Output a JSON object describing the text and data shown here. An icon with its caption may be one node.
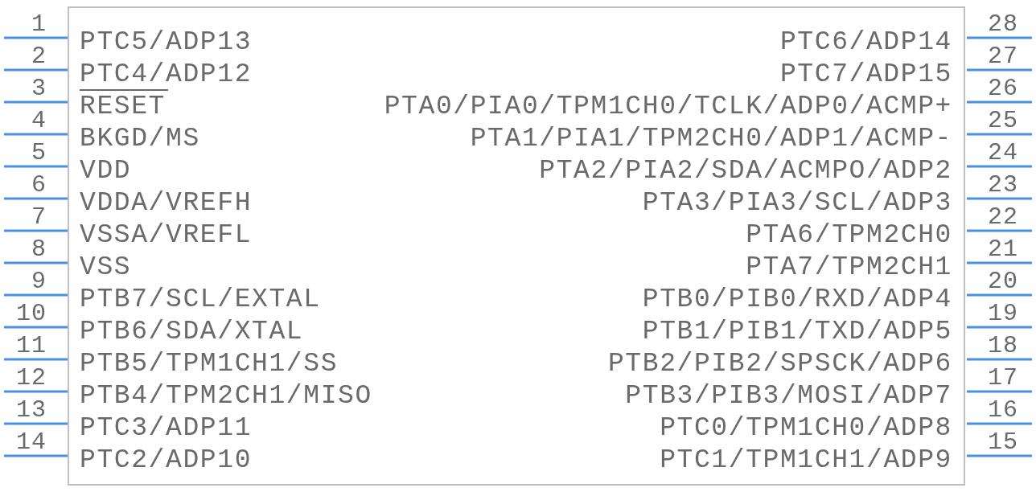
{
  "diagram": {
    "nodes": [
      {
        "text": [
          "PTC5/ADP13",
          "PTC4/ADP12",
          "RESET",
          "BKGD/MS",
          "VDD",
          "VDDA/VREFH",
          "VSSA/VREFL",
          "VSS",
          "PTB7/SCL/EXTAL",
          "PTB6/SDA/XTAL",
          "PTB5/TPM1CH1/SS",
          "PTB4/TPM2CH1/MISO",
          "PTC3/ADP11",
          "PTC2/ADP10",
          "PTC1/TPM1CH1/ADP9",
          "PTC0/TPM1CH0/ADP8",
          "PTB3/PIB3/MOSI/ADP7",
          "PTB2/PIB2/SPSCK/ADP6",
          "PTB1/PIB1/TXD/ADP5",
          "PTB0/PIB0/RXD/ADP4",
          "PTA7/TPM2CH1",
          "PTA6/TPM2CH0",
          "PTA3/PIA3/SCL/ADP3",
          "PTA2/PIA2/SDA/ACMPO/ADP2",
          "PTA1/PIA1/TPM2CH0/ADP1/ACMP-",
          "PTA0/PIA0/TPM1CH0/TCLK/ADP0/ACMP+",
          "PTC7/ADP15",
          "PTC6/ADP14"
        ]
      }
    ],
    "labels": [
      "1",
      "2",
      "3",
      "4",
      "5",
      "6",
      "7",
      "8",
      "9",
      "10",
      "11",
      "12",
      "13",
      "14",
      "15",
      "16",
      "17",
      "18",
      "19",
      "20",
      "21",
      "22",
      "23",
      "24",
      "25",
      "26",
      "27",
      "28"
    ]
  }
}
